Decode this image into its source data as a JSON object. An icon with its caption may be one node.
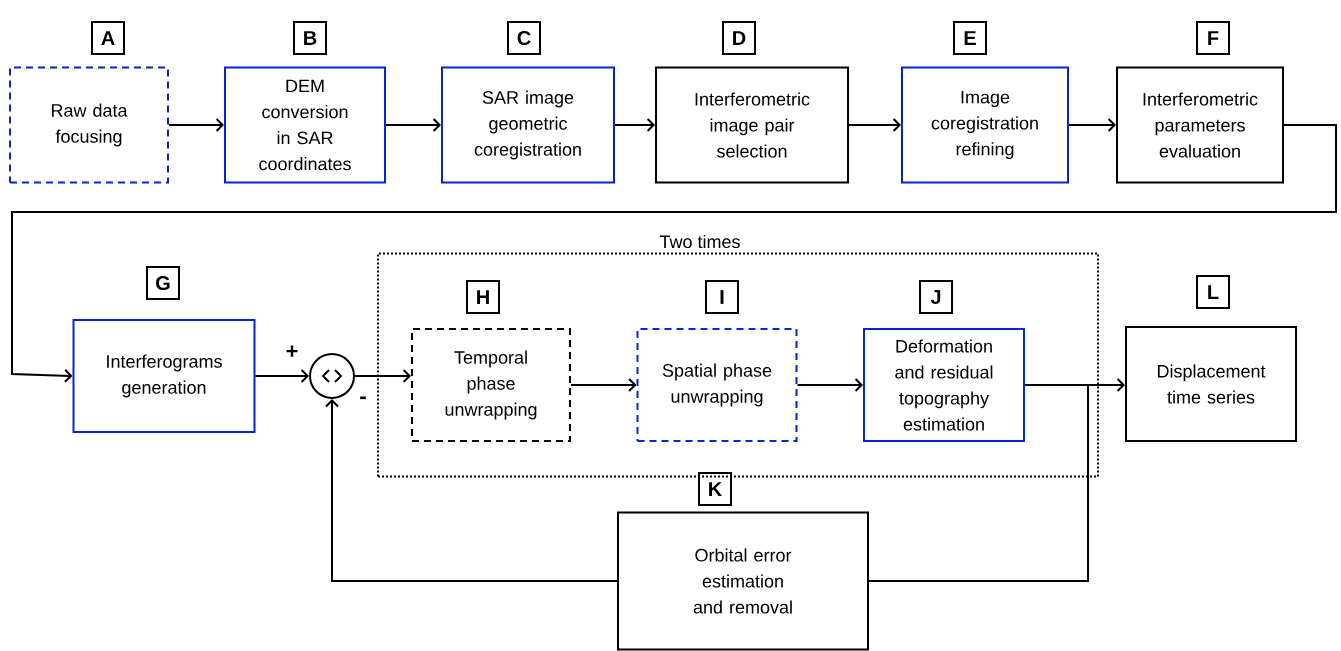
{
  "diagram": {
    "nodes": [
      {
        "text": [
          "A",
          "Raw data focusing"
        ]
      },
      {
        "text": [
          "B",
          "DEM conversion in SAR coordinates"
        ]
      },
      {
        "text": [
          "C",
          "SAR image geometric coregistration"
        ]
      },
      {
        "text": [
          "D",
          "Interferometric image pair selection"
        ]
      },
      {
        "text": [
          "E",
          "Image coregistration refining"
        ]
      },
      {
        "text": [
          "F",
          "Interferometric parameters evaluation"
        ]
      },
      {
        "text": [
          "G",
          "Interferograms generation"
        ]
      },
      {
        "text": [],
        "shape": "circle"
      },
      {
        "text": [
          "Two times"
        ]
      },
      {
        "text": [
          "H",
          "Temporal phase unwrapping"
        ],
        "in": 8
      },
      {
        "text": [
          "I",
          "Spatial phase unwrapping"
        ],
        "in": 8
      },
      {
        "text": [
          "J",
          "Deformation and residual topography estimation"
        ],
        "in": 8
      },
      {
        "text": [
          "K",
          "Orbital error estimation and removal"
        ]
      },
      {
        "text": [
          "L",
          "Displacement time series"
        ]
      }
    ],
    "edges": [
      {
        "from": 0,
        "to": 1,
        "arrow": "to"
      },
      {
        "from": 1,
        "to": 2,
        "arrow": "to"
      },
      {
        "from": 2,
        "to": 3,
        "arrow": "to"
      },
      {
        "from": 3,
        "to": 4,
        "arrow": "to"
      },
      {
        "from": 4,
        "to": 5,
        "arrow": "to"
      },
      {
        "from": 5,
        "to": 6,
        "arrow": "to"
      },
      {
        "from": 6,
        "to": 7,
        "arrow": "to",
        "label": "+"
      },
      {
        "from": 7,
        "to": 9,
        "arrow": "to"
      },
      {
        "from": 9,
        "to": 10,
        "arrow": "to"
      },
      {
        "from": 10,
        "to": 11,
        "arrow": "to"
      },
      {
        "from": 11,
        "to": 13,
        "arrow": "to"
      },
      {
        "from": 11,
        "to": 12,
        "arrow": "none"
      },
      {
        "from": 12,
        "to": 7,
        "arrow": "to",
        "label": "-"
      }
    ]
  }
}
